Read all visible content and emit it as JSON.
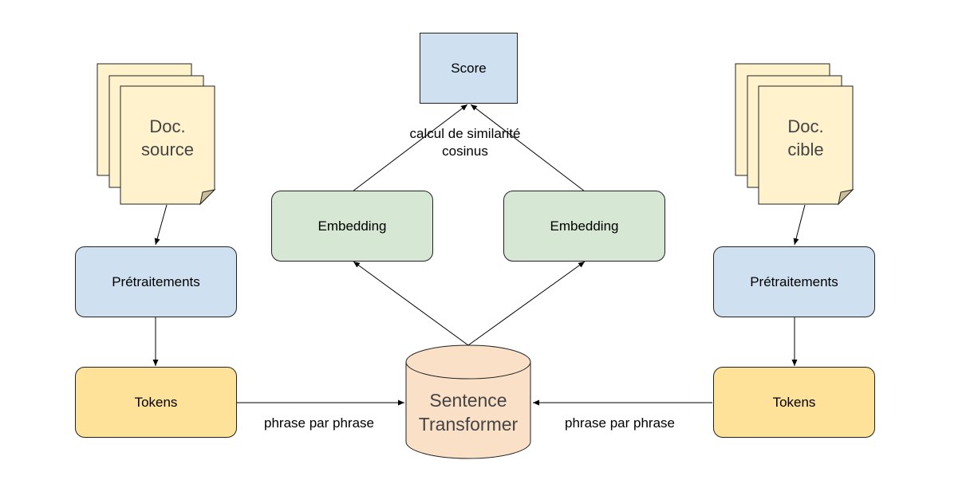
{
  "nodes": {
    "score": "Score",
    "doc_source_line1": "Doc.",
    "doc_source_line2": "source",
    "doc_cible_line1": "Doc.",
    "doc_cible_line2": "cible",
    "pretraitements_left": "Prétraitements",
    "pretraitements_right": "Prétraitements",
    "tokens_left": "Tokens",
    "tokens_right": "Tokens",
    "embedding_left": "Embedding",
    "embedding_right": "Embedding",
    "transformer_line1": "Sentence",
    "transformer_line2": "Transformer"
  },
  "edge_labels": {
    "similarity_line1": "calcul de similarité",
    "similarity_line2": "cosinus",
    "phrase_left": "phrase par phrase",
    "phrase_right": "phrase par phrase"
  },
  "colors": {
    "document": "#fff2cc",
    "process_blue": "#cfe0f1",
    "embedding_green": "#d6e8d4",
    "tokens_yellow": "#ffe29a",
    "cylinder": "#fbe0c8"
  }
}
